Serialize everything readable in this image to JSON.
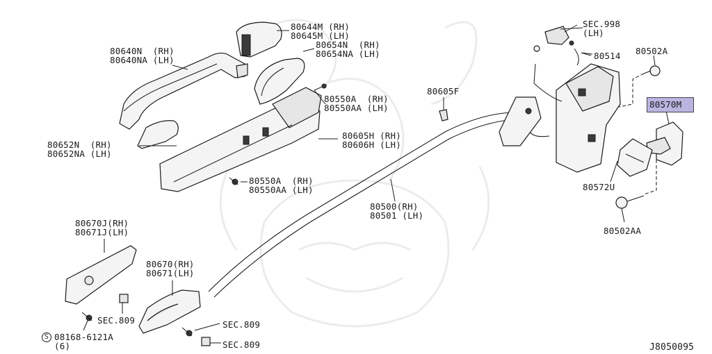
{
  "diagram_code": "J8050095",
  "highlight_color": "#b9b4e0",
  "labels": {
    "p80644": "80644M (RH)",
    "p80645": "80645M (LH)",
    "p80640n": "80640N  (RH)",
    "p80640na": "80640NA (LH)",
    "p80654n": "80654N  (RH)",
    "p80654na": "80654NA (LH)",
    "p80550a_top": "80550A  (RH)",
    "p80550aa_top": "80550AA (LH)",
    "p80605f": "80605F",
    "p80605h": "80605H (RH)",
    "p80606h": "80606H (LH)",
    "p80652n": "80652N  (RH)",
    "p80652na": "80652NA (LH)",
    "p80550a_bot": "80550A  (RH)",
    "p80550aa_bot": "80550AA (LH)",
    "p80500": "80500(RH)",
    "p80501": "80501 (LH)",
    "sec998": "SEC.998",
    "sec998_side": "(LH)",
    "p80514": "80514",
    "p80502a": "80502A",
    "p80570m": "80570M",
    "p80572u": "80572U",
    "p80502aa": "80502AA",
    "p80670j_top": "80670J(RH)",
    "p80671j_top": "80671J(LH)",
    "p80670_mid": "80670(RH)",
    "p80671_mid": "80671(LH)",
    "sec809_a": "SEC.809",
    "sec809_b": "SEC.809",
    "sec809_c": "SEC.809",
    "bolt_s": "S",
    "bolt_code": "08168-6121A",
    "bolt_qty": "(6)"
  }
}
